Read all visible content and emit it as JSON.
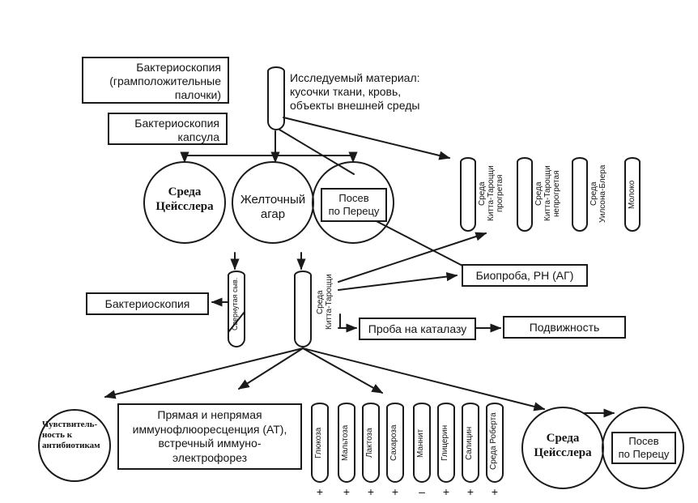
{
  "top_left": {
    "bacterioscopy_gram": [
      "Бактериоскопия",
      "(грамположительные",
      "палочки)"
    ],
    "bacterioscopy_capsule": [
      "Бактериоскопия",
      "капсула"
    ]
  },
  "material": [
    "Исследуемый материал:",
    "кусочки ткани, кровь,",
    "объекты внешней среды"
  ],
  "media_circles": {
    "zeissler": [
      "Среда",
      "Цейсслера"
    ],
    "yolk_agar": [
      "Желточный",
      "агар"
    ],
    "pasteur_sowing": [
      "Посев",
      "по Перецу"
    ]
  },
  "right_tubes": {
    "kitt_heated": [
      "Среда",
      "Китта-Тароцци",
      "прогретая"
    ],
    "kitt_unheated": [
      "Среда",
      "Китта-Тароцци",
      "непрогретая"
    ],
    "wilson_blair": [
      "Среда",
      "Уилсона-Блера"
    ],
    "milk": [
      "Молоко"
    ]
  },
  "middle": {
    "bacterioscopy": "Бактериоскопия",
    "coagulated_serum": "Свернутая сыв.",
    "kitt_tube": [
      "Среда",
      "Китта-Тароцци"
    ],
    "bioprobe": "Биопроба, РН (АГ)",
    "catalase": "Проба на каталазу",
    "motility": "Подвижность"
  },
  "bottom": {
    "sensitivity": [
      "Чувствитель-",
      "ность к",
      "антибиотикам"
    ],
    "immuno": [
      "Прямая и непрямая",
      "иммунофлюоресценция (АТ),",
      "встречный иммуно-",
      "электрофорез"
    ],
    "sugar_tubes": [
      {
        "label": "Глюкоза",
        "sign": "+"
      },
      {
        "label": "Мальтоза",
        "sign": "+"
      },
      {
        "label": "Лактоза",
        "sign": "+"
      },
      {
        "label": "Сахароза",
        "sign": "+"
      },
      {
        "label": "Маннит",
        "sign": "–"
      },
      {
        "label": "Глицерин",
        "sign": "+"
      },
      {
        "label": "Салицин",
        "sign": "+"
      },
      {
        "label": "Среда Роберта",
        "sign": "+"
      }
    ],
    "zeissler": [
      "Среда",
      "Цейсслера"
    ],
    "pasteur_sowing": [
      "Посев",
      "по Перецу"
    ]
  }
}
